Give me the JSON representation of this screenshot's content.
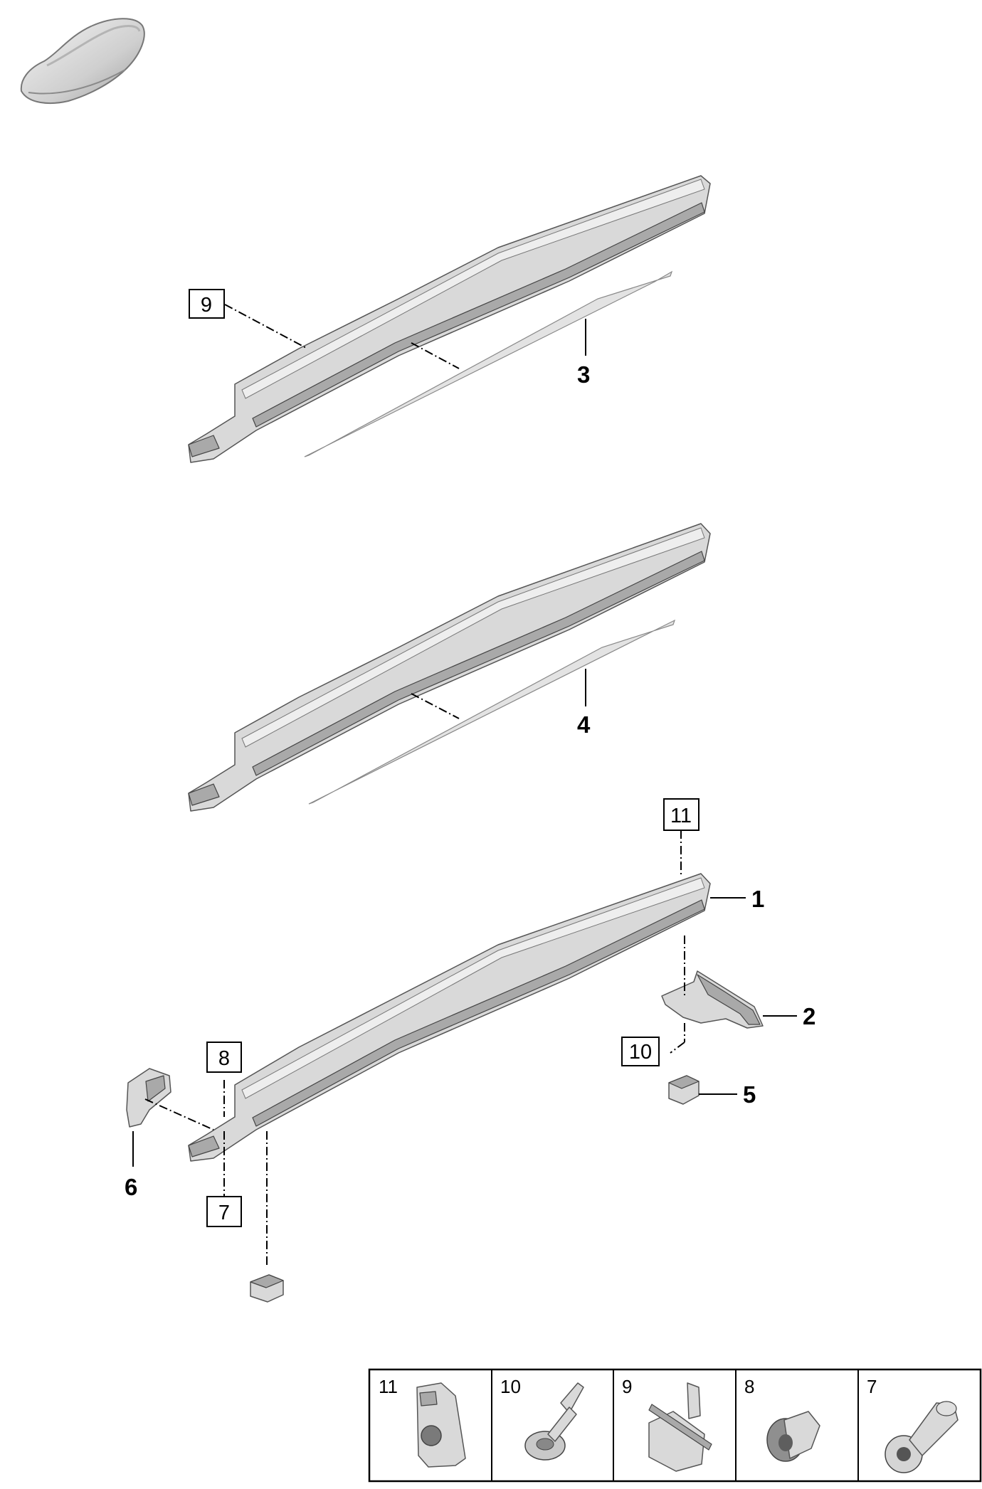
{
  "callouts": {
    "c1": "1",
    "c2": "2",
    "c3": "3",
    "c4": "4",
    "c5": "5",
    "c6": "6",
    "b7": "7",
    "b8": "8",
    "b9": "9",
    "b10": "10",
    "b11": "11"
  },
  "legend": [
    "11",
    "10",
    "9",
    "8",
    "7"
  ],
  "colors": {
    "part_fill": "#d9d9d9",
    "line": "#000000",
    "background": "#ffffff"
  }
}
